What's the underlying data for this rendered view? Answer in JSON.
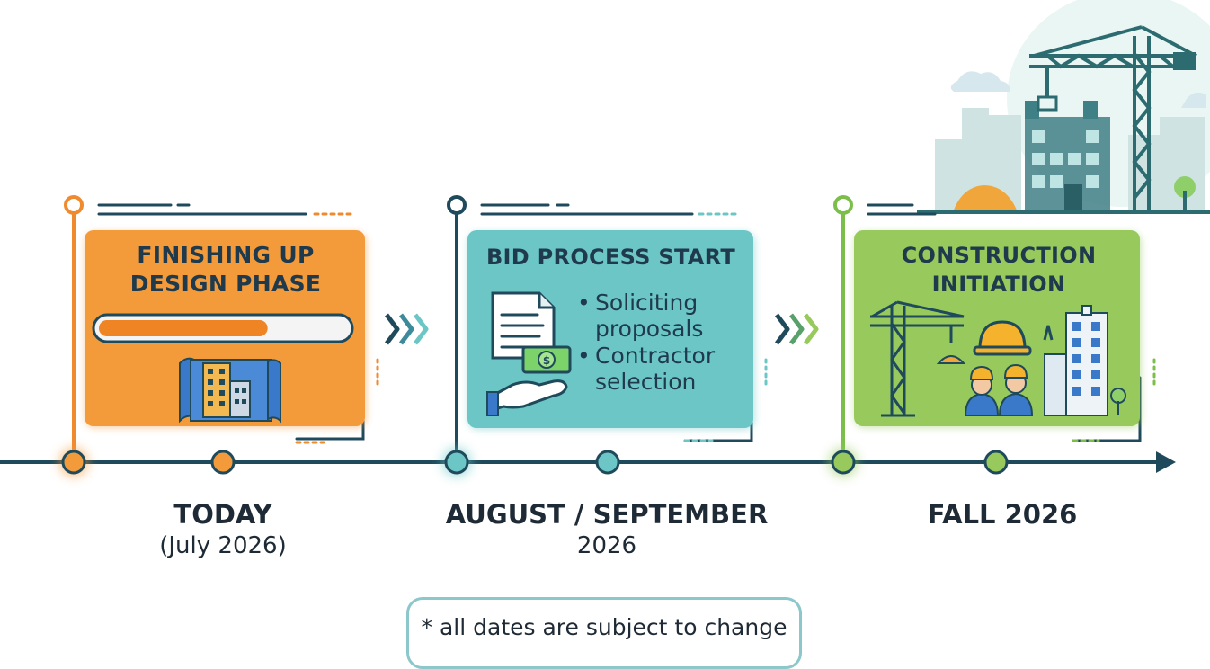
{
  "milestones": [
    {
      "title_line1": "FINISHING UP",
      "title_line2": "DESIGN PHASE",
      "date": "TODAY",
      "date_sub": "(July 2026)",
      "progress": 0.68
    },
    {
      "title": "BID PROCESS START",
      "bullets": [
        "Soliciting proposals",
        "Contractor selection"
      ],
      "date": "AUGUST / SEPTEMBER",
      "date_sub": "2026"
    },
    {
      "title_line1": "CONSTRUCTION",
      "title_line2": "INITIATION",
      "date": "FALL 2026"
    }
  ],
  "note": "* all dates are subject to change",
  "colors": {
    "orange": "#f39a3a",
    "teal": "#6cc6c6",
    "green": "#97c95d",
    "line": "#1f4a5c"
  },
  "icons": [
    "building-blueprint-icon",
    "document-icon",
    "money-hand-icon",
    "crane-icon",
    "hard-hat-icon",
    "workers-icon",
    "building-icon",
    "skyline-crane-icon"
  ]
}
